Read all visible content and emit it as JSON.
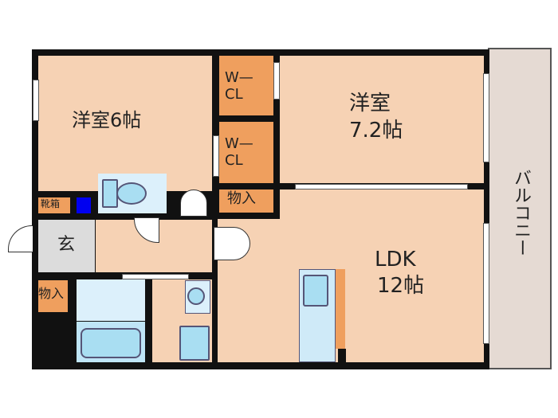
{
  "rooms": {
    "western_room_1": "洋室6帖",
    "western_room_2_name": "洋室",
    "western_room_2_size": "7.2帖",
    "ldk_name": "LDK",
    "ldk_size": "12帖",
    "wcl_1": "W—\nCL",
    "wcl_2": "W—\nCL",
    "storage_1": "物入",
    "storage_2": "物入",
    "shoe_box": "靴箱",
    "entrance": "玄",
    "balcony": "バルコニー"
  },
  "colors": {
    "room": "#f6d2b4",
    "closet": "#ef9f5e",
    "wet_area": "#dcf0fb",
    "fixture": "#a9def2",
    "entrance": "#dcdcdc",
    "balcony": "#e5dad3",
    "wall": "#111111"
  }
}
